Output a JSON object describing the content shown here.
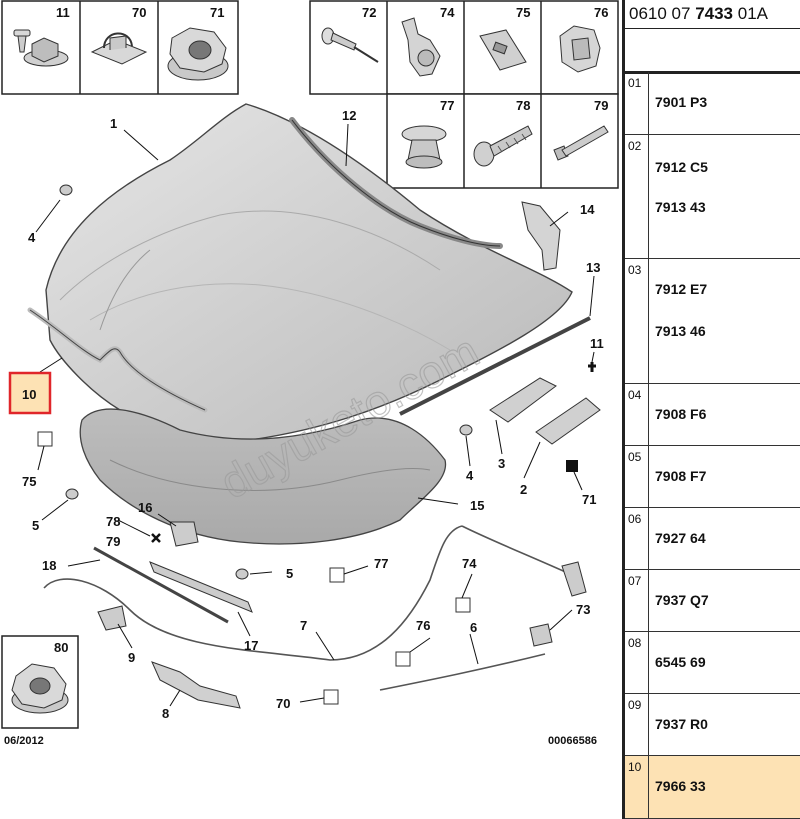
{
  "diagram": {
    "callouts": [
      "1",
      "2",
      "3",
      "4",
      "4",
      "5",
      "5",
      "6",
      "7",
      "8",
      "9",
      "10",
      "12",
      "13",
      "14",
      "15",
      "16",
      "17",
      "18",
      "70",
      "71",
      "73",
      "74",
      "75",
      "76",
      "77",
      "78",
      "79",
      "11"
    ],
    "legend_boxes": [
      "11",
      "70",
      "71",
      "72",
      "74",
      "75",
      "76",
      "77",
      "78",
      "79",
      "80"
    ],
    "date_code": "06/2012",
    "drawing_ref": "00066586",
    "watermark": "duyuketo.com",
    "highlight_color": "#fde2b4",
    "highlight_border": "#e0262a"
  },
  "table": {
    "header_prefix": "0610 07 ",
    "header_bold": "7433",
    "header_suffix": " 01A",
    "rows": [
      {
        "index": "01",
        "refs": [
          "7901 P3"
        ]
      },
      {
        "index": "02",
        "refs": [
          "7912 C5",
          "7913 43"
        ]
      },
      {
        "index": "03",
        "refs": [
          "7912 E7",
          "7913 46"
        ]
      },
      {
        "index": "04",
        "refs": [
          "7908 F6"
        ]
      },
      {
        "index": "05",
        "refs": [
          "7908 F7"
        ]
      },
      {
        "index": "06",
        "refs": [
          "7927 64"
        ]
      },
      {
        "index": "07",
        "refs": [
          "7937 Q7"
        ]
      },
      {
        "index": "08",
        "refs": [
          "6545 69"
        ]
      },
      {
        "index": "09",
        "refs": [
          "7937 R0"
        ]
      },
      {
        "index": "10",
        "refs": [
          "7966 33"
        ]
      }
    ]
  }
}
